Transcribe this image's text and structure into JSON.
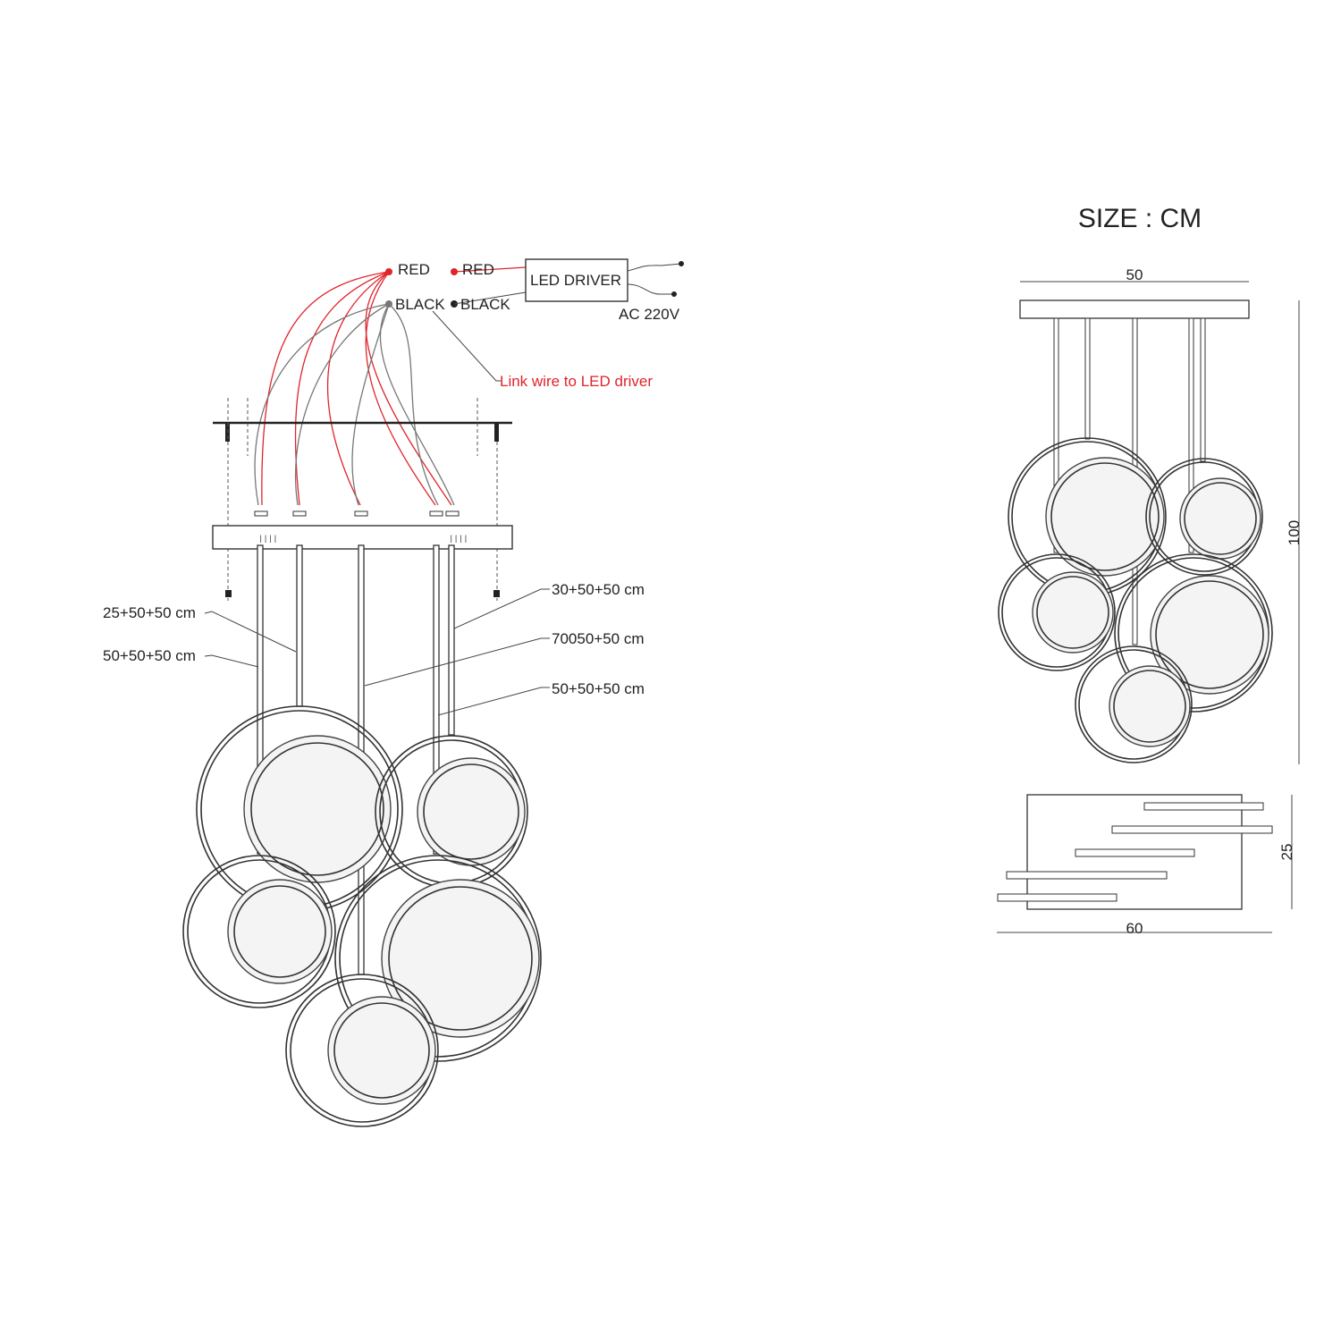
{
  "wiring": {
    "red_label_1": "RED",
    "red_label_2": "RED",
    "black_label_1": "BLACK",
    "black_label_2": "BLACK",
    "driver_label": "LED DRIVER",
    "ac_label": "AC 220V",
    "link_note": "Link wire to LED driver",
    "red_color": "#e0242b"
  },
  "front_view": {
    "callouts": [
      "25+50+50 cm",
      "50+50+50 cm",
      "30+50+50 cm",
      "70050+50 cm",
      "50+50+50 cm"
    ]
  },
  "size_view": {
    "title": "SIZE : CM",
    "width_label": "50",
    "height_label": "100",
    "depth_label": "25",
    "length_label": "60"
  }
}
